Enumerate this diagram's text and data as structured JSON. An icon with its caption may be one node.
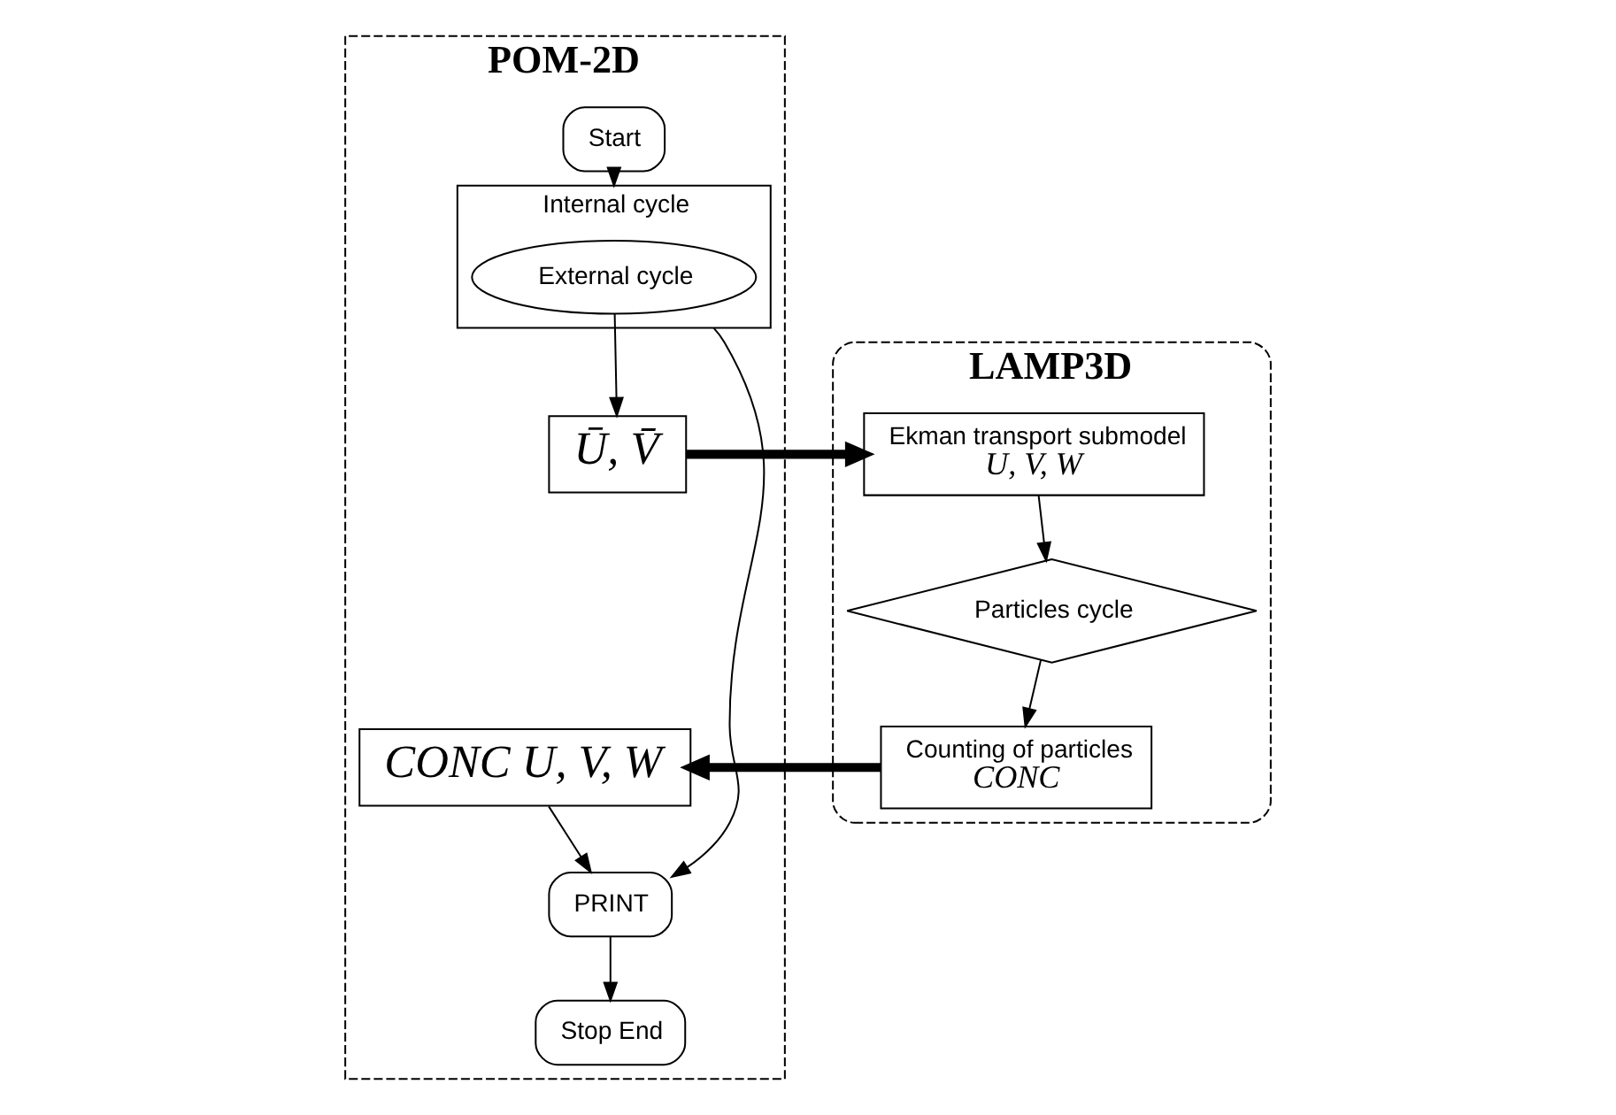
{
  "diagram": {
    "nodes": [
      {
        "text": [
          "POM-2D"
        ]
      },
      {
        "text": [
          "Start"
        ],
        "in": 0
      },
      {
        "text": [
          "Internal cycle"
        ],
        "in": 0
      },
      {
        "text": [
          "External cycle"
        ],
        "in": 2
      },
      {
        "text": [
          "Ū, V̄"
        ],
        "in": 0
      },
      {
        "text": [
          "PRINT"
        ],
        "in": 0
      },
      {
        "text": [
          "Stop End"
        ],
        "in": 0
      },
      {
        "text": [
          "CONC U, V, W"
        ],
        "in": 0
      },
      {
        "text": [
          "LAMP3D"
        ]
      },
      {
        "text": [
          "Ekman transport submodel",
          "U, V, W"
        ],
        "in": 8
      },
      {
        "text": [
          "Particles cycle"
        ],
        "in": 8
      },
      {
        "text": [
          "Counting of particles",
          "CONC"
        ],
        "in": 8
      }
    ],
    "edges": [
      {
        "from": 1,
        "to": 2,
        "arrow": "to"
      },
      {
        "from": 3,
        "to": 4,
        "arrow": "to"
      },
      {
        "from": 4,
        "to": 9,
        "arrow": "to",
        "style": "thick"
      },
      {
        "from": 9,
        "to": 10,
        "arrow": "to"
      },
      {
        "from": 10,
        "to": 11,
        "arrow": "to"
      },
      {
        "from": 11,
        "to": 7,
        "arrow": "to",
        "style": "thick"
      },
      {
        "from": 7,
        "to": 5,
        "arrow": "to"
      },
      {
        "from": 2,
        "to": 5,
        "arrow": "to"
      },
      {
        "from": 5,
        "to": 6,
        "arrow": "to"
      }
    ]
  }
}
